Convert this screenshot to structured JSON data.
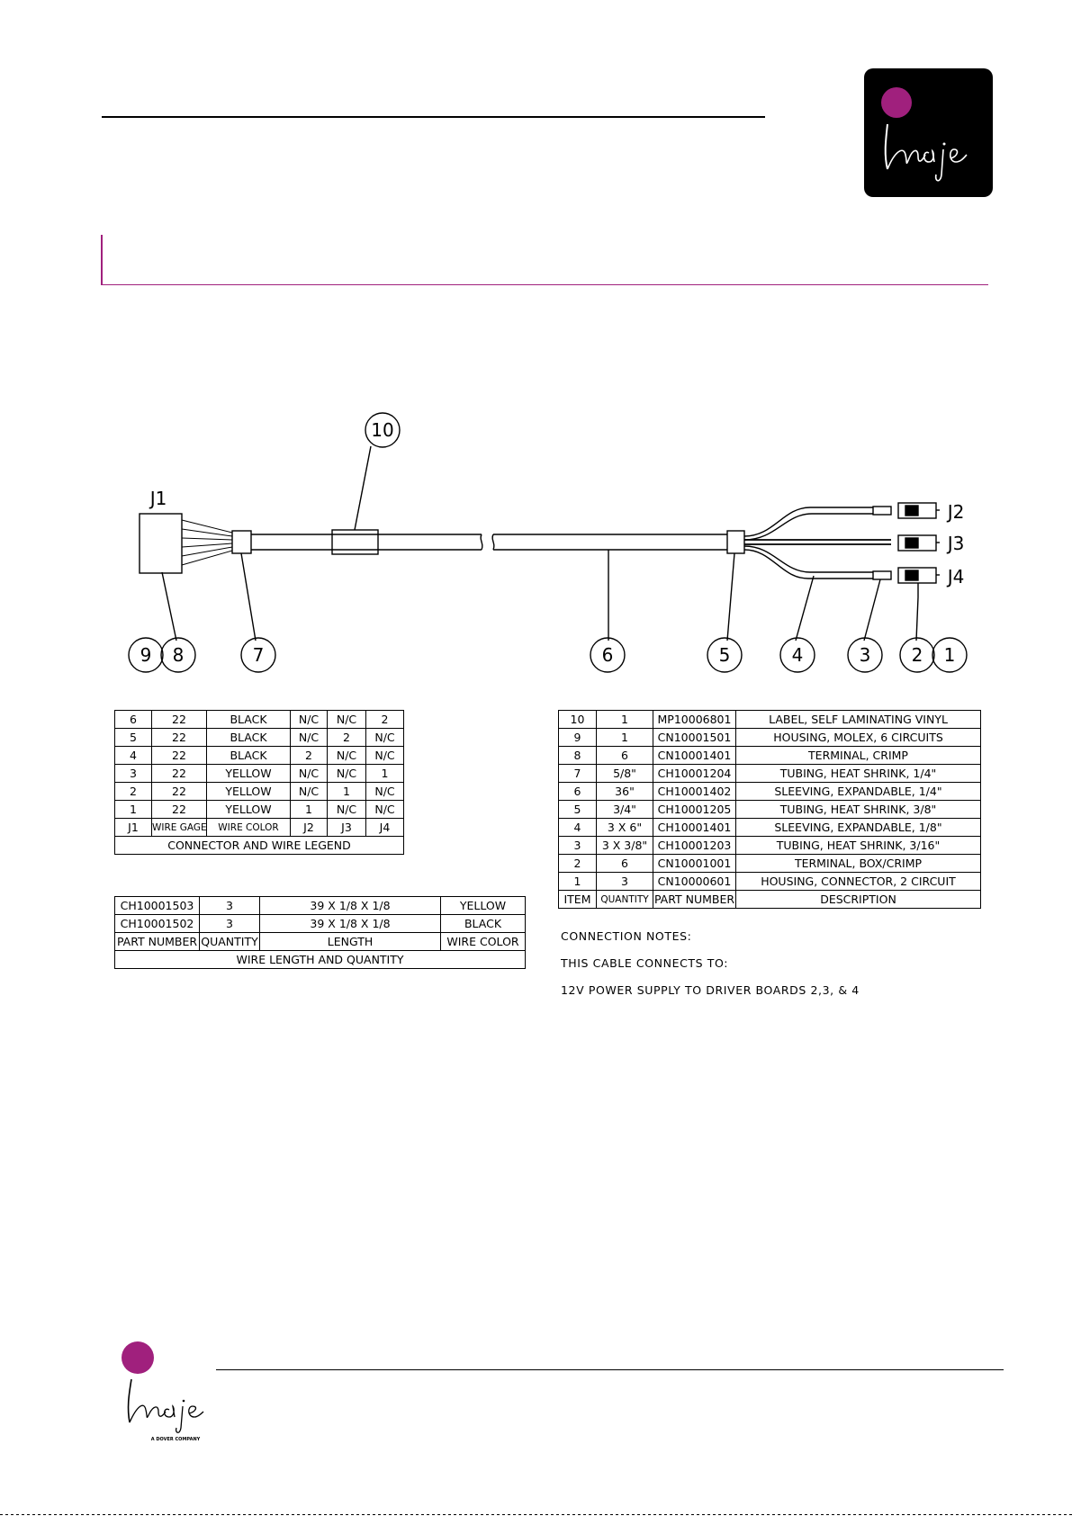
{
  "brand": {
    "logo_text": "imaje",
    "footer_tagline": "A DOVER COMPANY",
    "accent_color": "#a0207d",
    "logo_bg": "#000000"
  },
  "diagram": {
    "connector_labels": [
      "J1",
      "J2",
      "J3",
      "J4"
    ],
    "callouts": [
      "1",
      "2",
      "3",
      "4",
      "5",
      "6",
      "7",
      "8",
      "9",
      "10"
    ]
  },
  "legend_table": {
    "rows": [
      [
        "6",
        "22",
        "BLACK",
        "N/C",
        "N/C",
        "2"
      ],
      [
        "5",
        "22",
        "BLACK",
        "N/C",
        "2",
        "N/C"
      ],
      [
        "4",
        "22",
        "BLACK",
        "2",
        "N/C",
        "N/C"
      ],
      [
        "3",
        "22",
        "YELLOW",
        "N/C",
        "N/C",
        "1"
      ],
      [
        "2",
        "22",
        "YELLOW",
        "N/C",
        "1",
        "N/C"
      ],
      [
        "1",
        "22",
        "YELLOW",
        "1",
        "N/C",
        "N/C"
      ]
    ],
    "header": [
      "J1",
      "WIRE GAGE",
      "WIRE COLOR",
      "J2",
      "J3",
      "J4"
    ],
    "caption": "CONNECTOR AND WIRE LEGEND"
  },
  "wire_table": {
    "rows": [
      [
        "CH10001503",
        "3",
        "39 X 1/8 X 1/8",
        "YELLOW"
      ],
      [
        "CH10001502",
        "3",
        "39 X 1/8 X 1/8",
        "BLACK"
      ]
    ],
    "header": [
      "PART NUMBER",
      "QUANTITY",
      "LENGTH",
      "WIRE COLOR"
    ],
    "caption": "WIRE LENGTH AND QUANTITY"
  },
  "bom_table": {
    "rows": [
      [
        "10",
        "1",
        "MP10006801",
        "LABEL, SELF LAMINATING VINYL"
      ],
      [
        "9",
        "1",
        "CN10001501",
        "HOUSING, MOLEX, 6 CIRCUITS"
      ],
      [
        "8",
        "6",
        "CN10001401",
        "TERMINAL, CRIMP"
      ],
      [
        "7",
        "5/8\"",
        "CH10001204",
        "TUBING, HEAT SHRINK, 1/4\""
      ],
      [
        "6",
        "36\"",
        "CH10001402",
        "SLEEVING, EXPANDABLE, 1/4\""
      ],
      [
        "5",
        "3/4\"",
        "CH10001205",
        "TUBING, HEAT SHRINK, 3/8\""
      ],
      [
        "4",
        "3 X 6\"",
        "CH10001401",
        "SLEEVING, EXPANDABLE, 1/8\""
      ],
      [
        "3",
        "3 X 3/8\"",
        "CH10001203",
        "TUBING, HEAT SHRINK, 3/16\""
      ],
      [
        "2",
        "6",
        "CN10001001",
        "TERMINAL, BOX/CRIMP"
      ],
      [
        "1",
        "3",
        "CN10000601",
        "HOUSING, CONNECTOR, 2 CIRCUIT"
      ]
    ],
    "header": [
      "ITEM",
      "QUANTITY",
      "PART NUMBER",
      "DESCRIPTION"
    ]
  },
  "notes": {
    "title": "CONNECTION NOTES:",
    "line1": "THIS CABLE CONNECTS TO:",
    "line2": "12V POWER SUPPLY TO DRIVER BOARDS 2,3, & 4"
  }
}
